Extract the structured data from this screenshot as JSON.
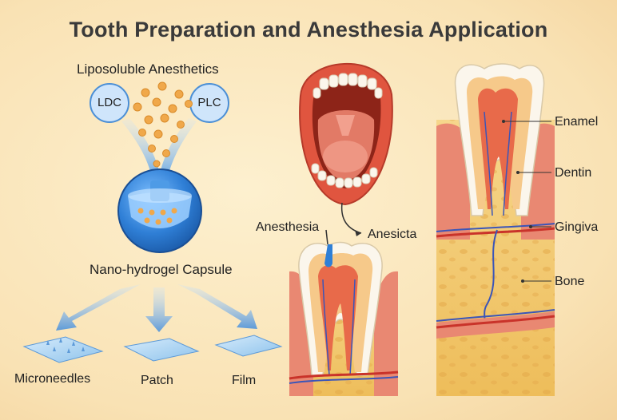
{
  "title": "Tooth Preparation and Anesthesia Application",
  "left": {
    "heading": "Liposoluble Anesthetics",
    "bubbles": [
      "LDC",
      "PLC"
    ],
    "capsule_label": "Nano-hydrogel Capsule",
    "products": [
      "Microneedles",
      "Patch",
      "Film"
    ]
  },
  "middle": {
    "anesthesia_label": "Anesthesia",
    "anesicta_label": "Anesicta"
  },
  "right": {
    "labels": [
      "Enamel",
      "Dentin",
      "Gingiva",
      "Bone"
    ]
  },
  "colors": {
    "capsule_blue": "#2f7fd6",
    "dot_orange": "#f0a84a",
    "gum_red": "#d9533f",
    "enamel": "#fbf6ec",
    "dentin": "#f6c98a",
    "pulp": "#e86a4a",
    "bone": "#f1c66c",
    "nerve_blue": "#3b55b8"
  }
}
